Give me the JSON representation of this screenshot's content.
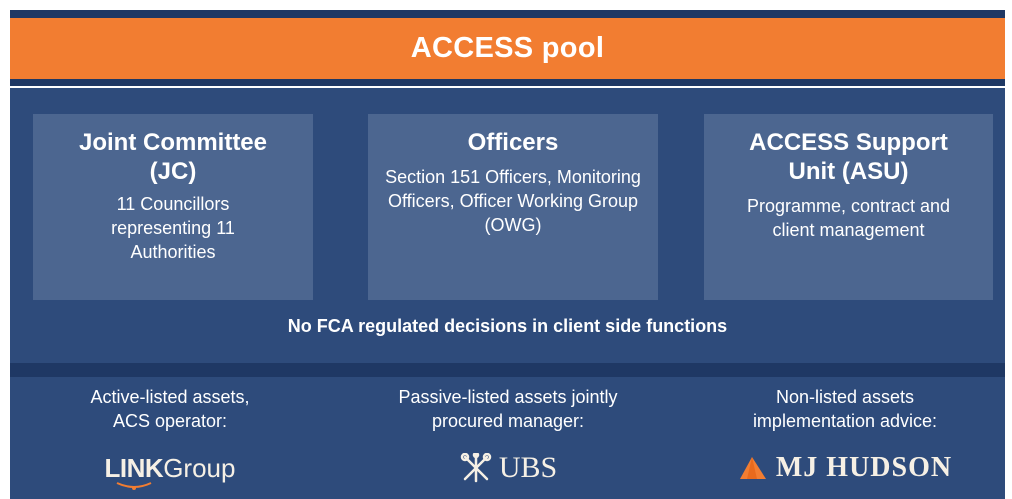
{
  "header": {
    "title": "ACCESS pool"
  },
  "boxes": [
    {
      "title": "Joint Committee (JC)",
      "body": "11 Councillors representing 11 Authorities"
    },
    {
      "title": "Officers",
      "body": "Section 151 Officers, Monitoring Officers, Officer Working Group (OWG)"
    },
    {
      "title": "ACCESS Support Unit (ASU)",
      "body": "Programme, contract and client management"
    }
  ],
  "note": "No FCA regulated decisions in client side functions",
  "providers": [
    {
      "text_line1": "Active-listed assets,",
      "text_line2": "ACS operator:",
      "logo_strong": "LINK",
      "logo_light": "Group"
    },
    {
      "text_line1": "Passive-listed assets jointly",
      "text_line2": "procured manager:",
      "logo_text": "UBS"
    },
    {
      "text_line1": "Non-listed assets",
      "text_line2": "implementation advice:",
      "logo_text": "MJ HUDSON"
    }
  ],
  "colors": {
    "header_orange": "#f27d31",
    "navy_dark": "#1f3864",
    "navy_main": "#2e4b7b",
    "box_fill": "#4c6690",
    "logo_accent": "#f27d31"
  },
  "icons": [
    "link-swoosh-icon",
    "ubs-keys-icon",
    "mj-hudson-mark-icon"
  ]
}
